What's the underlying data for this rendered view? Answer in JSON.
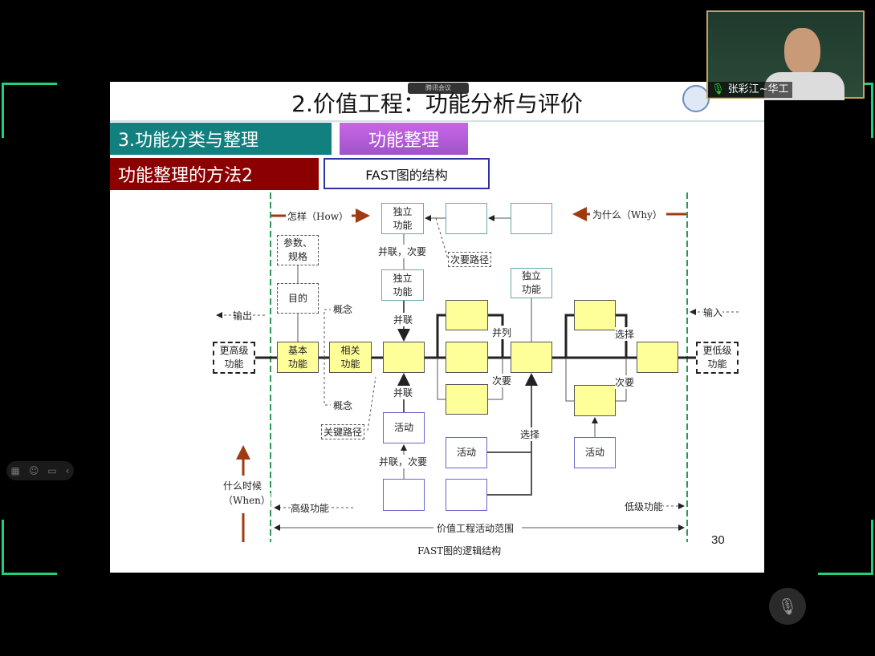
{
  "meeting": {
    "app_badge": "腾讯会议",
    "participant": "张彩江~华工"
  },
  "slide": {
    "title": "2.价值工程：功能分析与评价",
    "section": "3.功能分类与整理",
    "subsection": "功能整理",
    "method": "功能整理的方法2",
    "topic": "FAST图的结构",
    "page_number": "30",
    "caption": "FAST图的逻辑结构",
    "colors": {
      "section": "#138080",
      "subsection": "#b45fd6",
      "method": "#8b0000",
      "yellow": "#ffff99",
      "guide": "#2a9a5a"
    },
    "diagram": {
      "how": "怎样（How）",
      "why": "为什么（Why）",
      "when1": "什么时候",
      "when2": "（When）",
      "output": "输出",
      "input": "输入",
      "higher_level": "高级功能",
      "lower_level": "低级功能",
      "scope": "价值工程活动范围",
      "higher_func": "更高级\n功能",
      "lower_func": "更低级\n功能",
      "basic": "基本\n功能",
      "related": "相关\n功能",
      "purpose": "目的",
      "params": "参数、\n规格",
      "independent": "独立\n功能",
      "activity": "活动",
      "parallel_secondary": "并联，次要",
      "parallel": "并联",
      "secondary_path": "次要路径",
      "concept": "概念",
      "critical_path": "关键路径",
      "side_by_side": "并列",
      "secondary": "次要",
      "select": "选择"
    }
  }
}
